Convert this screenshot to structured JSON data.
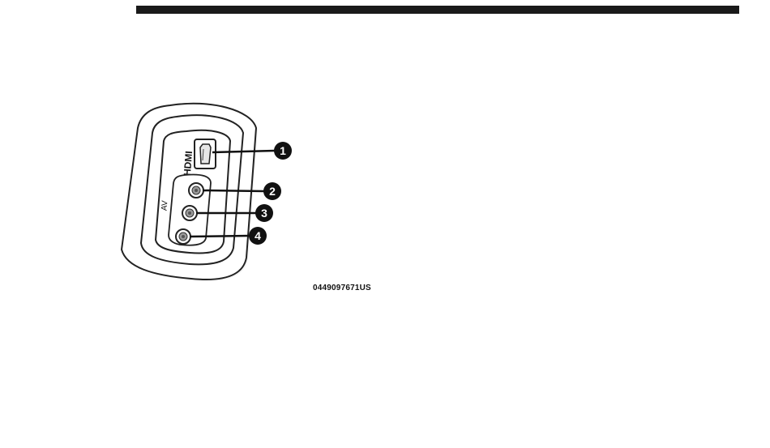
{
  "figure": {
    "hdmi_label": "HDMI",
    "av_label": "AV",
    "callouts": [
      "1",
      "2",
      "3",
      "4"
    ],
    "figure_code": "0449097671US"
  },
  "colors": {
    "ink": "#111111",
    "panel_gray": "#f2f2f2",
    "rule": "#1a1a1a"
  },
  "icons": [
    "hdmi-port-icon",
    "av-jack-icon"
  ]
}
